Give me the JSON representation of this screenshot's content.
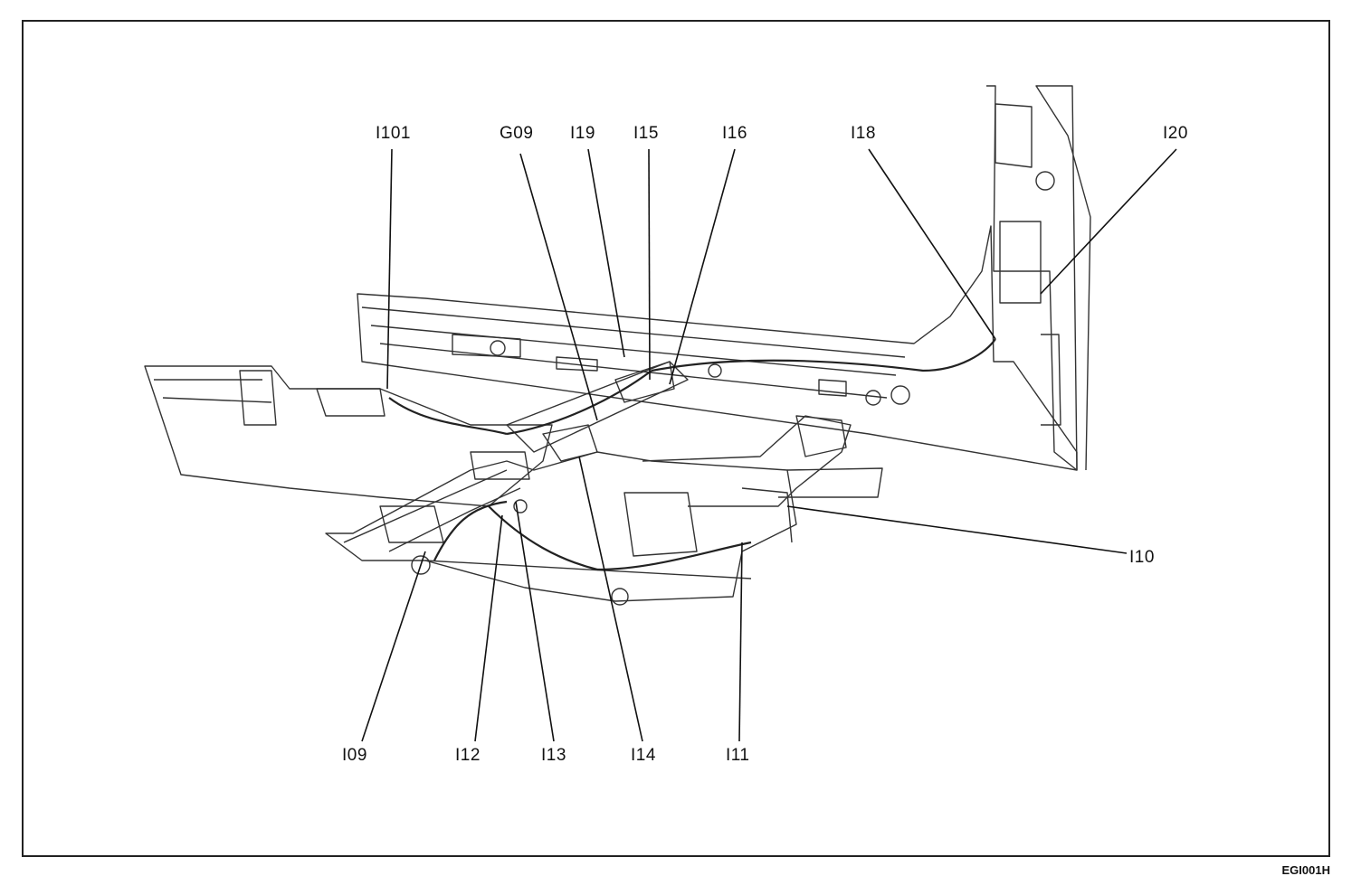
{
  "diagram": {
    "labels": {
      "i01": "I101",
      "g09": "G09",
      "i19": "I19",
      "i15": "I15",
      "i16": "I16",
      "i18": "I18",
      "i20": "I20",
      "i10": "I10",
      "i09": "I09",
      "i12": "I12",
      "i13": "I13",
      "i14": "I14",
      "i11": "I11"
    },
    "figure_id": "EGI001H"
  },
  "colors": {
    "line": "#222222",
    "background": "#ffffff"
  }
}
